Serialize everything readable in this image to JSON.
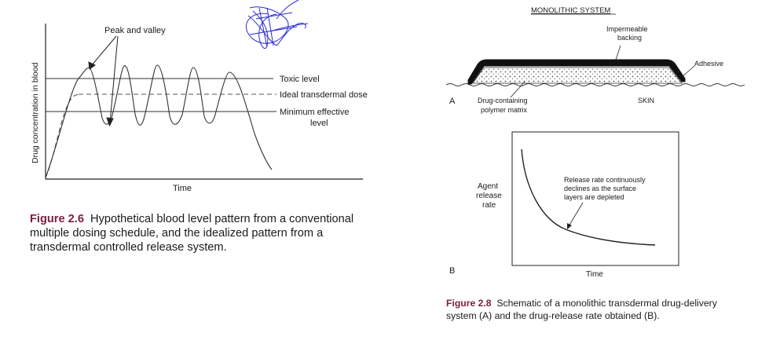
{
  "figure_2_6": {
    "ylabel": "Drug concentration in blood",
    "xlabel": "Time",
    "annotation_peak": "Peak and valley",
    "label_toxic": "Toxic level",
    "label_ideal": "Ideal transdermal dose",
    "label_min_line1": "Minimum effective",
    "label_min_line2": "level",
    "caption_label": "Figure 2.6",
    "caption_text": "Hypothetical blood level pattern from a conventional multiple dosing schedule, and the idealized pattern from a transdermal controlled release system."
  },
  "figure_2_8": {
    "title": "MONOLITHIC SYSTEM",
    "label_backing_line1": "Impermeable",
    "label_backing_line2": "backing",
    "label_adhesive": "Adhesive",
    "label_matrix_line1": "Drug-containing",
    "label_matrix_line2": "polymer matrix",
    "label_skin": "SKIN",
    "panel_a": "A",
    "panel_b": "B",
    "ylabel_line1": "Agent",
    "ylabel_line2": "release",
    "ylabel_line3": "rate",
    "xlabel": "Time",
    "annotation_line1": "Release rate continuously",
    "annotation_line2": "declines as the surface",
    "annotation_line3": "layers are depleted",
    "caption_label": "Figure 2.8",
    "caption_text": "Schematic of a monolithic transdermal drug-delivery system (A) and the drug-release rate obtained (B)."
  },
  "colors": {
    "figure_label": "#7a1f3d",
    "scribble": "#2b2bd6"
  }
}
